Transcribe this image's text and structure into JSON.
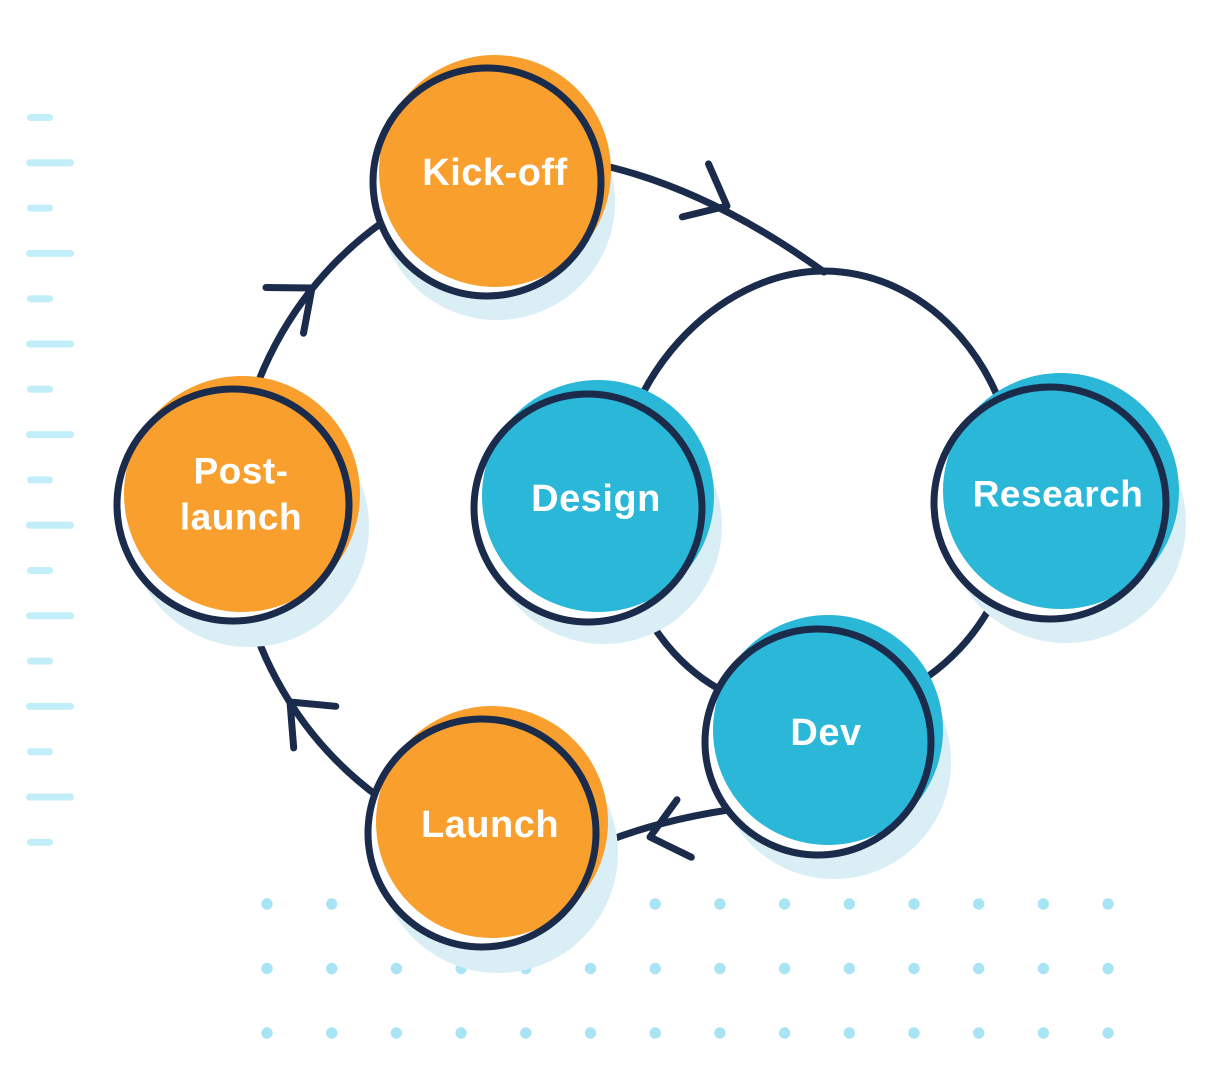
{
  "diagram": {
    "type": "cycle-flow",
    "nodes": [
      {
        "id": "kick-off",
        "label": "Kick-off",
        "color_key": "orange"
      },
      {
        "id": "research",
        "label": "Research",
        "color_key": "teal"
      },
      {
        "id": "design",
        "label": "Design",
        "color_key": "teal"
      },
      {
        "id": "dev",
        "label": "Dev",
        "color_key": "teal"
      },
      {
        "id": "launch",
        "label": "Launch",
        "color_key": "orange"
      },
      {
        "id": "post-launch",
        "label": "Post-launch",
        "label_line1": "Post-",
        "label_line2": "launch",
        "color_key": "orange"
      }
    ],
    "edges": [
      {
        "from": "Kick-off",
        "to": "Research"
      },
      {
        "from": "Research",
        "to": "Dev"
      },
      {
        "from": "Design",
        "to": "Dev"
      },
      {
        "from": "Dev",
        "to": "Launch"
      },
      {
        "from": "Launch",
        "to": "Post-launch"
      },
      {
        "from": "Post-launch",
        "to": "Kick-off"
      }
    ],
    "colors": {
      "orange": "#F89F2D",
      "teal": "#2AB7D8",
      "navy": "#1B2B4B",
      "shadow": "#D9EFF5",
      "dash": "#C2EEFA",
      "dot": "#A9E4F4",
      "label": "#FFFFFF"
    }
  }
}
